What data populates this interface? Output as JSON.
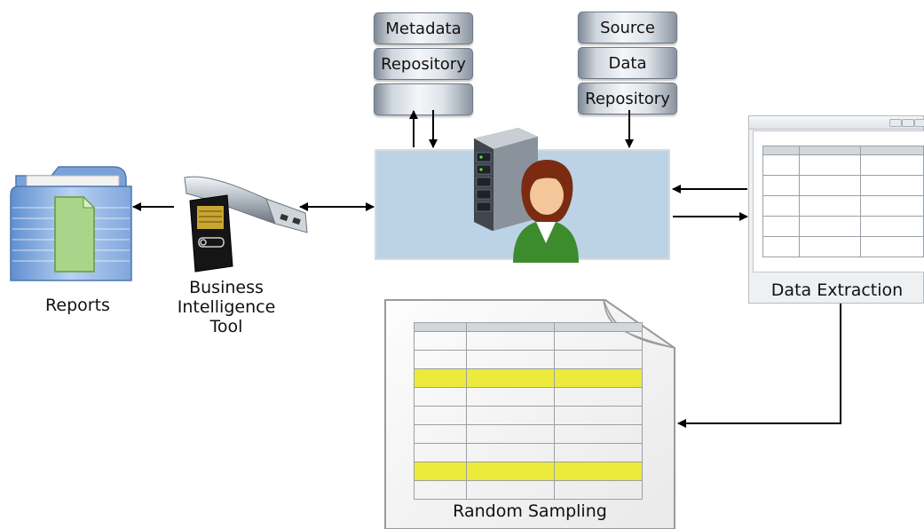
{
  "repositories": {
    "metadata": [
      "Metadata",
      "Repository",
      ""
    ],
    "source": [
      "Source",
      "Data",
      "Repository"
    ]
  },
  "labels": {
    "reports": "Reports",
    "bi_tool": [
      "Business",
      "Intelligence",
      "Tool"
    ],
    "data_extraction": "Data Extraction",
    "random_sampling": "Random Sampling"
  },
  "colors": {
    "center_panel": "#bcd3e6",
    "highlight_row": "#eceb3c",
    "folder": "#8fb5e6",
    "user_shirt": "#3c8c2e"
  },
  "icons": {
    "folder": "folder-icon",
    "usb": "usb-drive-icon",
    "server": "server-icon",
    "user": "user-icon",
    "document": "document-icon"
  }
}
